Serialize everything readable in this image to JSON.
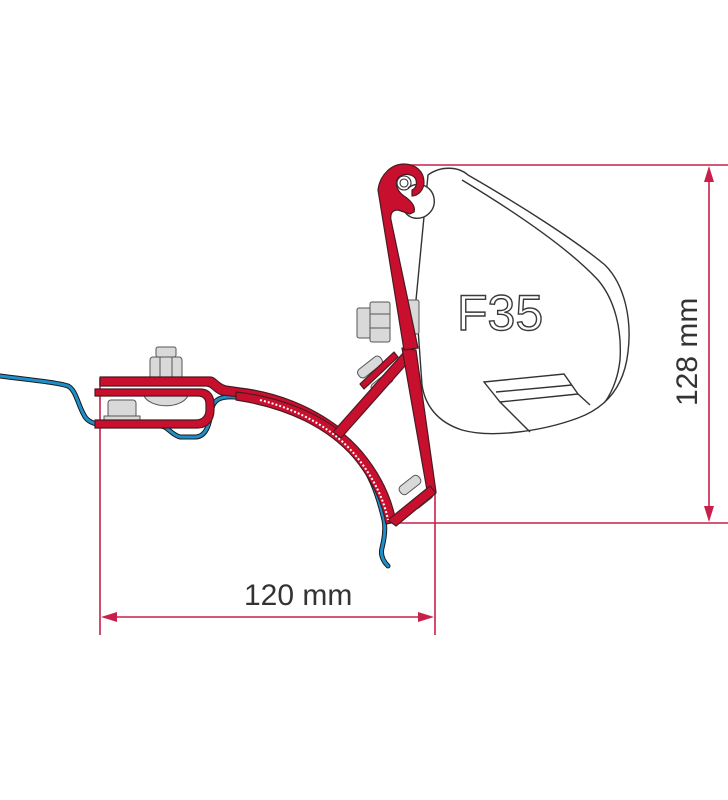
{
  "diagram": {
    "type": "technical-drawing",
    "subject": "awning adapter bracket",
    "model_label": "F35",
    "dimensions": {
      "width_label": "120 mm",
      "height_label": "128 mm"
    },
    "colors": {
      "bracket": "#c8102e",
      "bracket_outline": "#4a1a22",
      "vehicle_profile": "#1e8fc9",
      "dimension_lines": "#c8204a",
      "hardware": "#d9d9d9",
      "outline": "#3a3a3a",
      "background": "#ffffff"
    },
    "components": [
      "awning-case",
      "mounting-bracket",
      "vehicle-roof-profile",
      "bolts"
    ]
  }
}
